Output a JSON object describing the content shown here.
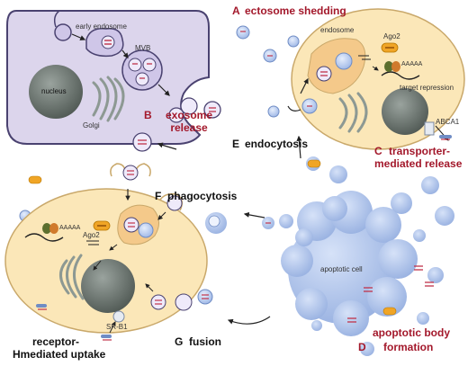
{
  "labels": {
    "a_letter": "A",
    "a_text": "ectosome shedding",
    "b_letter": "B",
    "b_text_1": "exosome",
    "b_text_2": "release",
    "c_letter": "C",
    "c_text_1": "transporter-",
    "c_text_2": "mediated release",
    "d_letter": "D",
    "d_text_1": "apoptotic body",
    "d_text_2": "formation",
    "e_letter": "E",
    "e_text": "endocytosis",
    "f_letter": "F",
    "f_text": "phagocytosis",
    "g_letter": "G",
    "g_text": "fusion",
    "h_letter": "H",
    "h_text_1": "receptor-",
    "h_text_2": "mediated uptake"
  },
  "small_labels": {
    "early_endosome": "early endosome",
    "mvb": "MVB",
    "nucleus": "nucleus",
    "golgi": "Golgi",
    "endosome": "endosome",
    "ago2_top": "Ago2",
    "target_repression": "target repression",
    "abca1": "ABCA1",
    "apoptotic_cell": "apoptotic cell",
    "ago2_left": "Ago2",
    "sr_b1": "SR-B1",
    "poly_a": "AAAAA"
  },
  "colors": {
    "label_red": "#a3182b",
    "cell_fill": "#fbe7b8",
    "cell_stroke": "#c9a86a",
    "donor_cell_fill": "#dcd5ec",
    "donor_cell_stroke": "#4a4270",
    "vesicle_fill": "#b8cbef",
    "mirna_red": "#c0334a",
    "organelle_gray": "#9aa39e",
    "ago2_orange": "#f0a526"
  }
}
